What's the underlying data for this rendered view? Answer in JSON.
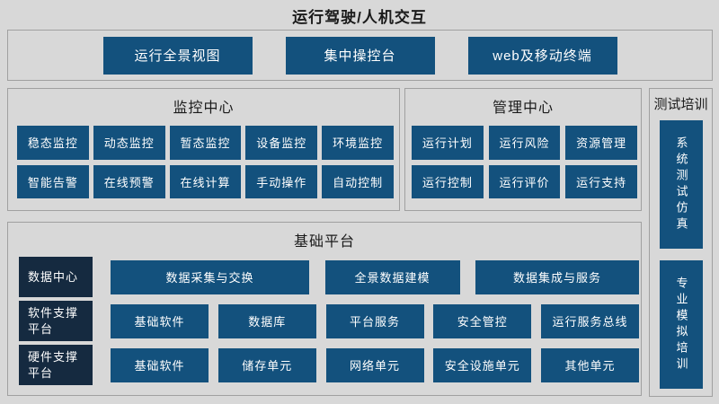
{
  "colors": {
    "background": "#d8d8d8",
    "panel_border": "#a0a0a0",
    "button_blue": "#13517d",
    "dark_navy": "#152a40",
    "button_text": "#ffffff",
    "heading_text": "#1a1a1a"
  },
  "header": {
    "title": "运行驾驶/人机交互"
  },
  "top_panel": {
    "buttons": [
      "运行全景视图",
      "集中操控台",
      "web及移动终端"
    ]
  },
  "monitoring": {
    "title": "监控中心",
    "rows": [
      [
        "稳态监控",
        "动态监控",
        "暂态监控",
        "设备监控",
        "环境监控"
      ],
      [
        "智能告警",
        "在线预警",
        "在线计算",
        "手动操作",
        "自动控制"
      ]
    ]
  },
  "management": {
    "title": "管理中心",
    "rows": [
      [
        "运行计划",
        "运行风险",
        "资源管理"
      ],
      [
        "运行控制",
        "运行评价",
        "运行支持"
      ]
    ]
  },
  "testing": {
    "title": "测试培训",
    "buttons": [
      "系统测试仿真",
      "专业模拟培训"
    ]
  },
  "base_platform": {
    "title": "基础平台",
    "row_headers": [
      "数据中心",
      "软件支撑平台",
      "硬件支撑平台"
    ],
    "data_row": [
      "数据采集与交换",
      "全景数据建模",
      "数据集成与服务"
    ],
    "software_row": [
      "基础软件",
      "数据库",
      "平台服务",
      "安全管控",
      "运行服务总线"
    ],
    "hardware_row": [
      "基础软件",
      "储存单元",
      "网络单元",
      "安全设施单元",
      "其他单元"
    ]
  }
}
